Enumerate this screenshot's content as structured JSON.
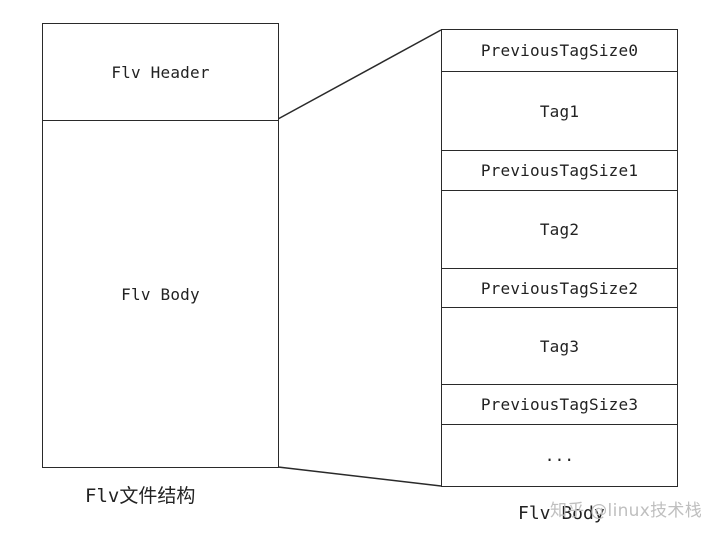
{
  "left_structure": {
    "header_label": "Flv Header",
    "body_label": "Flv Body",
    "caption": "Flv文件结构"
  },
  "right_structure": {
    "caption": "Flv Body",
    "segments": [
      "PreviousTagSize0",
      "Tag1",
      "PreviousTagSize1",
      "Tag2",
      "PreviousTagSize2",
      "Tag3",
      "PreviousTagSize3",
      "..."
    ]
  },
  "watermark": "知乎 @linux技术栈"
}
